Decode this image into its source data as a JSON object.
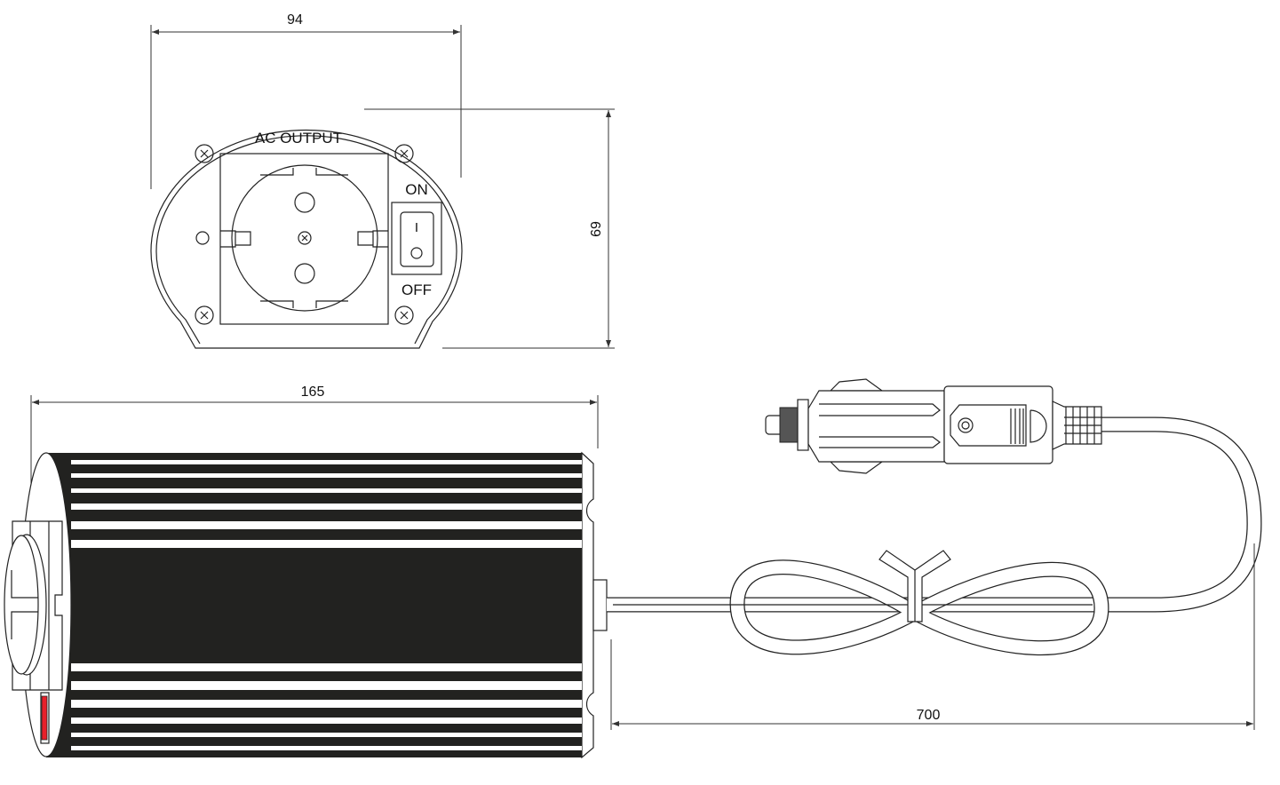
{
  "dimensions": {
    "width_top": "94",
    "height_top": "69",
    "length_body": "165",
    "cable_length": "700"
  },
  "front_panel": {
    "title": "AC OUTPUT",
    "switch_on": "ON",
    "switch_off": "OFF",
    "switch_mark": "I"
  },
  "colors": {
    "body": "#222220",
    "led": "#e8202a",
    "line": "#222222"
  }
}
